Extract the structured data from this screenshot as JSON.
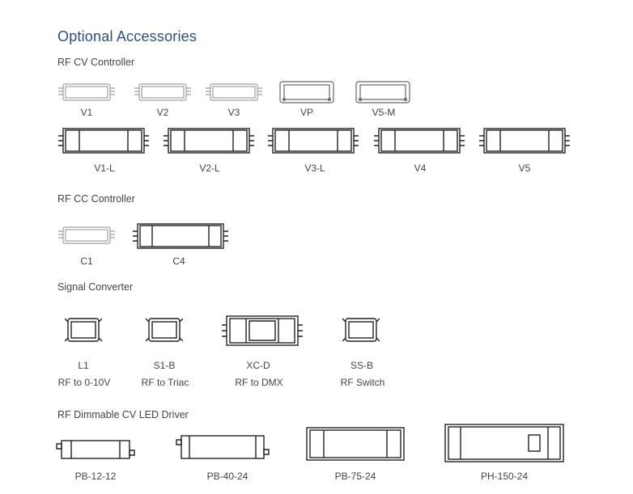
{
  "page": {
    "title": "Optional Accessories"
  },
  "sections": {
    "rf_cv": {
      "heading": "RF CV Controller",
      "items": [
        "V1",
        "V2",
        "V3",
        "VP",
        "V5-M",
        "V1-L",
        "V2-L",
        "V3-L",
        "V4",
        "V5"
      ]
    },
    "rf_cc": {
      "heading": "RF CC Controller",
      "items": [
        "C1",
        "C4"
      ]
    },
    "signal": {
      "heading": "Signal Converter",
      "items": [
        {
          "name": "L1",
          "desc": "RF to 0-10V"
        },
        {
          "name": "S1-B",
          "desc": "RF to Triac"
        },
        {
          "name": "XC-D",
          "desc": "RF to DMX"
        },
        {
          "name": "SS-B",
          "desc": "RF Switch"
        }
      ]
    },
    "driver": {
      "heading": "RF Dimmable CV LED Driver",
      "items": [
        "PB-12-12",
        "PB-40-24",
        "PB-75-24",
        "PH-150-24"
      ]
    }
  },
  "colors": {
    "title": "#2e4f86",
    "text": "#444444",
    "outline_light": "#9a9a9a",
    "outline_dark": "#222222"
  },
  "icons": [
    "controller-small-icon",
    "controller-long-icon",
    "converter-square-icon",
    "dmx-converter-icon",
    "driver-icon"
  ]
}
